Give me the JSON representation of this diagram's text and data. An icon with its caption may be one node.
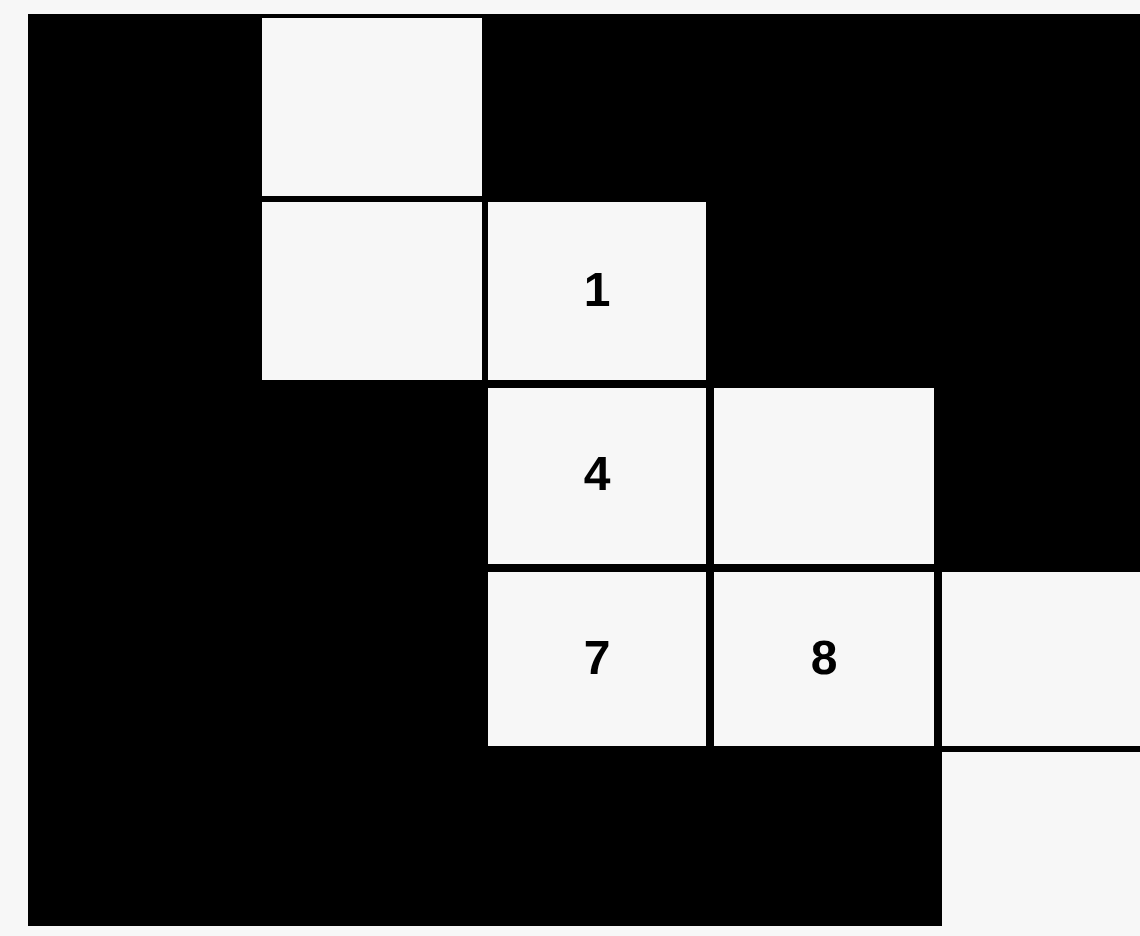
{
  "diagram": {
    "nodes": [
      {
        "text": [],
        "shape": "box"
      },
      {
        "text": [],
        "shape": "box"
      },
      {
        "text": [
          "1"
        ]
      },
      {
        "text": [
          "4"
        ]
      },
      {
        "text": [],
        "shape": "box"
      },
      {
        "text": [
          "7"
        ]
      },
      {
        "text": [
          "8"
        ]
      },
      {
        "text": [],
        "shape": "box"
      },
      {
        "text": [],
        "shape": "box"
      }
    ]
  }
}
